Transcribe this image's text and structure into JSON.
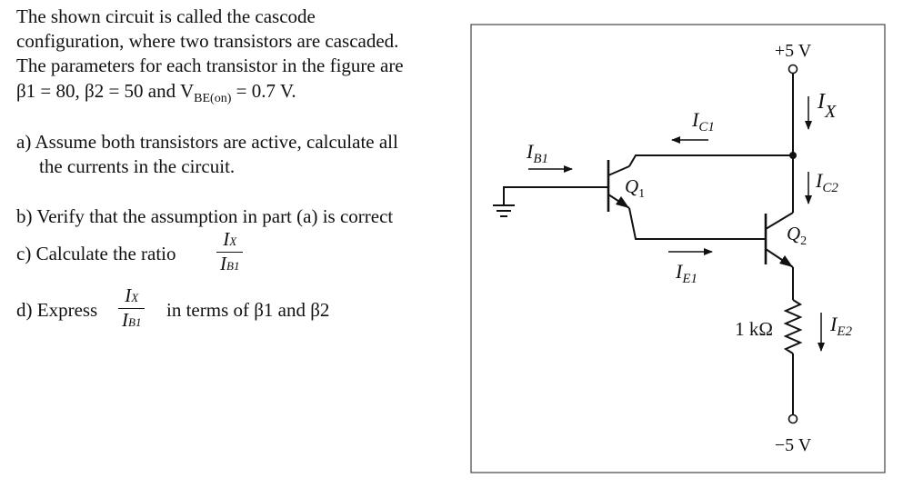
{
  "problem": {
    "intro": [
      "The shown circuit is called the cascode",
      "configuration, where two transistors are cascaded.",
      "The parameters for each transistor in the figure are"
    ],
    "params_prefix": "β1 = 80, β2 = 50 and V",
    "params_sub": "BE(on)",
    "params_suffix": " = 0.7 V.",
    "part_a_line1": "a) Assume both transistors are active, calculate all",
    "part_a_line2": "the currents in the circuit.",
    "part_b": "b) Verify that the assumption in part (a) is correct",
    "part_c_label": "c) Calculate the ratio",
    "part_d_label": "d) Express",
    "part_d_suffix": "in terms of  β1 and β2",
    "ratio_num": "I",
    "ratio_num_sub": "X",
    "ratio_den": "I",
    "ratio_den_sub": "B1"
  },
  "circuit": {
    "supply_pos": "+5 V",
    "supply_neg": "−5 V",
    "resistor": "1 kΩ",
    "currents": {
      "ix": {
        "main": "I",
        "sub": "X"
      },
      "ic1": {
        "main": "I",
        "sub": "C1"
      },
      "ic2": {
        "main": "I",
        "sub": "C2"
      },
      "ib1": {
        "main": "I",
        "sub": "B1"
      },
      "ie1": {
        "main": "I",
        "sub": "E1"
      },
      "ie2": {
        "main": "I",
        "sub": "E2"
      }
    },
    "transistors": {
      "q1": {
        "main": "Q",
        "sub": "1"
      },
      "q2": {
        "main": "Q",
        "sub": "2"
      }
    }
  }
}
